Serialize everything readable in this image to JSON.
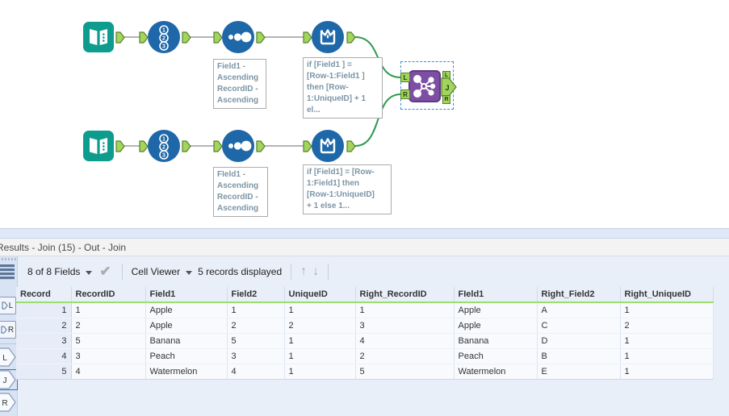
{
  "canvas": {
    "streams": [
      {
        "tools": [
          {
            "type": "input-data"
          },
          {
            "type": "record-id"
          },
          {
            "type": "sort",
            "annotation": "Field1  -\nAscending\nRecordID -\nAscending"
          },
          {
            "type": "multi-row-formula",
            "annotation": "if  [Field1  ] =\n[Row-1:Field1  ]\nthen [Row-\n1:UniqueID] + 1\nel..."
          }
        ]
      },
      {
        "tools": [
          {
            "type": "input-data"
          },
          {
            "type": "record-id"
          },
          {
            "type": "sort",
            "annotation": "FIeld1 -\nAscending\nRecordID -\nAscending"
          },
          {
            "type": "multi-row-formula",
            "annotation": "if [Field1] = [Row-\n1:Field1] then\n[Row-1:UniqueID]\n+ 1 else 1..."
          }
        ]
      }
    ],
    "join_tool": {
      "inputs": [
        "L",
        "R"
      ],
      "outputs": [
        "L",
        "J",
        "R"
      ],
      "selected": true
    }
  },
  "results": {
    "title": "Results - Join (15) - Out - Join",
    "toolbar": {
      "fields_summary": "8 of 8 Fields",
      "cell_viewer_label": "Cell Viewer",
      "records_displayed": "5 records displayed"
    },
    "connection_buttons": {
      "inputs": [
        "L",
        "R"
      ],
      "outputs": [
        "L",
        "J",
        "R"
      ],
      "selected_output": "J"
    },
    "table": {
      "headers": [
        "Record",
        "RecordID",
        "Field1",
        "Field2",
        "UniqueID",
        "Right_RecordID",
        "FIeld1",
        "Right_Field2",
        "Right_UniqueID"
      ],
      "rows": [
        [
          "1",
          "1",
          "Apple",
          "1",
          "1",
          "1",
          "Apple",
          "A",
          "1"
        ],
        [
          "2",
          "2",
          "Apple",
          "2",
          "2",
          "3",
          "Apple",
          "C",
          "2"
        ],
        [
          "3",
          "5",
          "Banana",
          "5",
          "1",
          "4",
          "Banana",
          "D",
          "1"
        ],
        [
          "4",
          "3",
          "Peach",
          "3",
          "1",
          "2",
          "Peach",
          "B",
          "1"
        ],
        [
          "5",
          "4",
          "Watermelon",
          "4",
          "1",
          "5",
          "Watermelon",
          "E",
          "1"
        ]
      ]
    }
  },
  "colors": {
    "tool_teal": "#0E9C8F",
    "tool_blue": "#1E67A8",
    "join_purple": "#7C4FA4",
    "anchor_green": "#A3D45C",
    "connection_green": "#2E9B50",
    "header_underline": "#9BDE6E",
    "selection_blue": "#2E8FDF"
  }
}
